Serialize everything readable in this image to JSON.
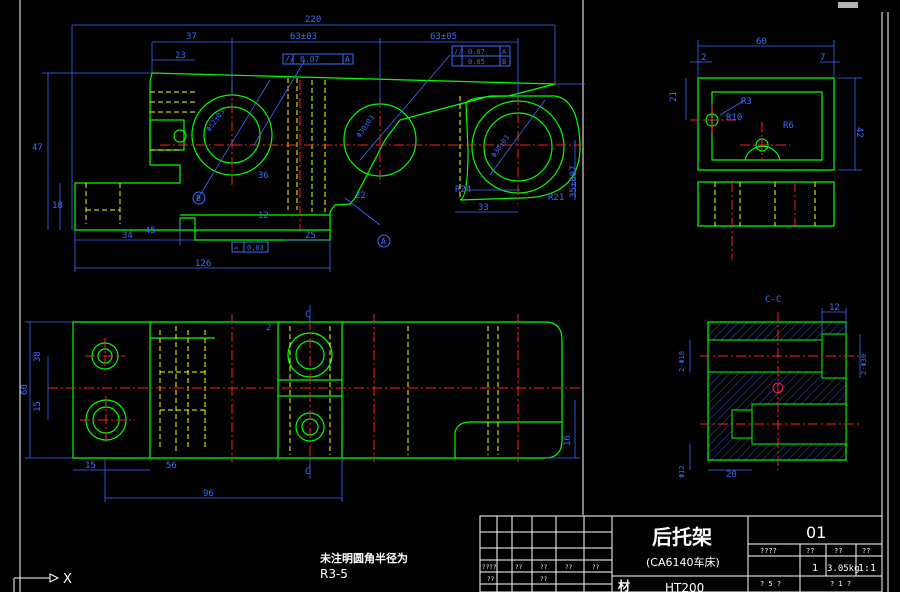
{
  "colors": {
    "background": "#000000",
    "outline": "#00ff00",
    "centerline": "#ff2020",
    "hidden": "#ffff00",
    "dimension": "#3a6bff",
    "frame": "#ffffff",
    "hatch": "#3a6bff"
  },
  "front_view": {
    "dims": {
      "overall_width": "220",
      "d37": "37",
      "d63a": "63±03",
      "d63b": "63±05",
      "d23": "23",
      "h47": "47",
      "h18": "18",
      "w34": "34",
      "w25": "25",
      "w126": "126",
      "w33": "33",
      "h36": "36",
      "w12": "12",
      "r24": "R24",
      "r21": "R21",
      "fw": "45",
      "s22": "22",
      "tol_right": "35±007"
    },
    "frames": {
      "flatness_bottom": "0.03",
      "parallel_a": "0.07",
      "parallel_a_ref": "A",
      "tol_top": "0.07",
      "tol_bottom": "0.05",
      "tol_top_ref": "A",
      "tol_bottom_ref": "B"
    },
    "datum_a": "A",
    "datum_b": "B"
  },
  "side_view": {
    "dims": {
      "w60": "60",
      "w2": "2",
      "w7": "7",
      "h42": "42",
      "h21": "21",
      "r3": "R3",
      "r6": "R6",
      "r10": "R10"
    }
  },
  "top_view": {
    "dims": {
      "h38": "38",
      "h15": "15",
      "h60": "60",
      "w15": "15",
      "w56": "56",
      "w96": "96",
      "h16": "16",
      "s2": "2",
      "c_label": "C"
    }
  },
  "section_view": {
    "title": "C-C",
    "dims": {
      "w12": "12",
      "w20": "20",
      "d18a": "2-Φ18",
      "d18b": "2-Φ30",
      "d12": "Φ12"
    }
  },
  "notes": {
    "line1": "未注明圆角半径为",
    "line2": "R3-5"
  },
  "title_block": {
    "part_name": "后托架",
    "machine": "(CA6140车床)",
    "drawing_no": "01",
    "row_marks": [
      "????",
      "??",
      "??",
      "??"
    ],
    "quantity": "1",
    "weight": "3.05kg",
    "scale": "1:1",
    "sheet": "? 5 ?",
    "sheet2": "? 1 ?",
    "material_label": "材",
    "material": "HT200",
    "left_marks": [
      "????",
      "??",
      "??",
      "??",
      "??"
    ]
  },
  "command": {
    "axis": "X"
  }
}
